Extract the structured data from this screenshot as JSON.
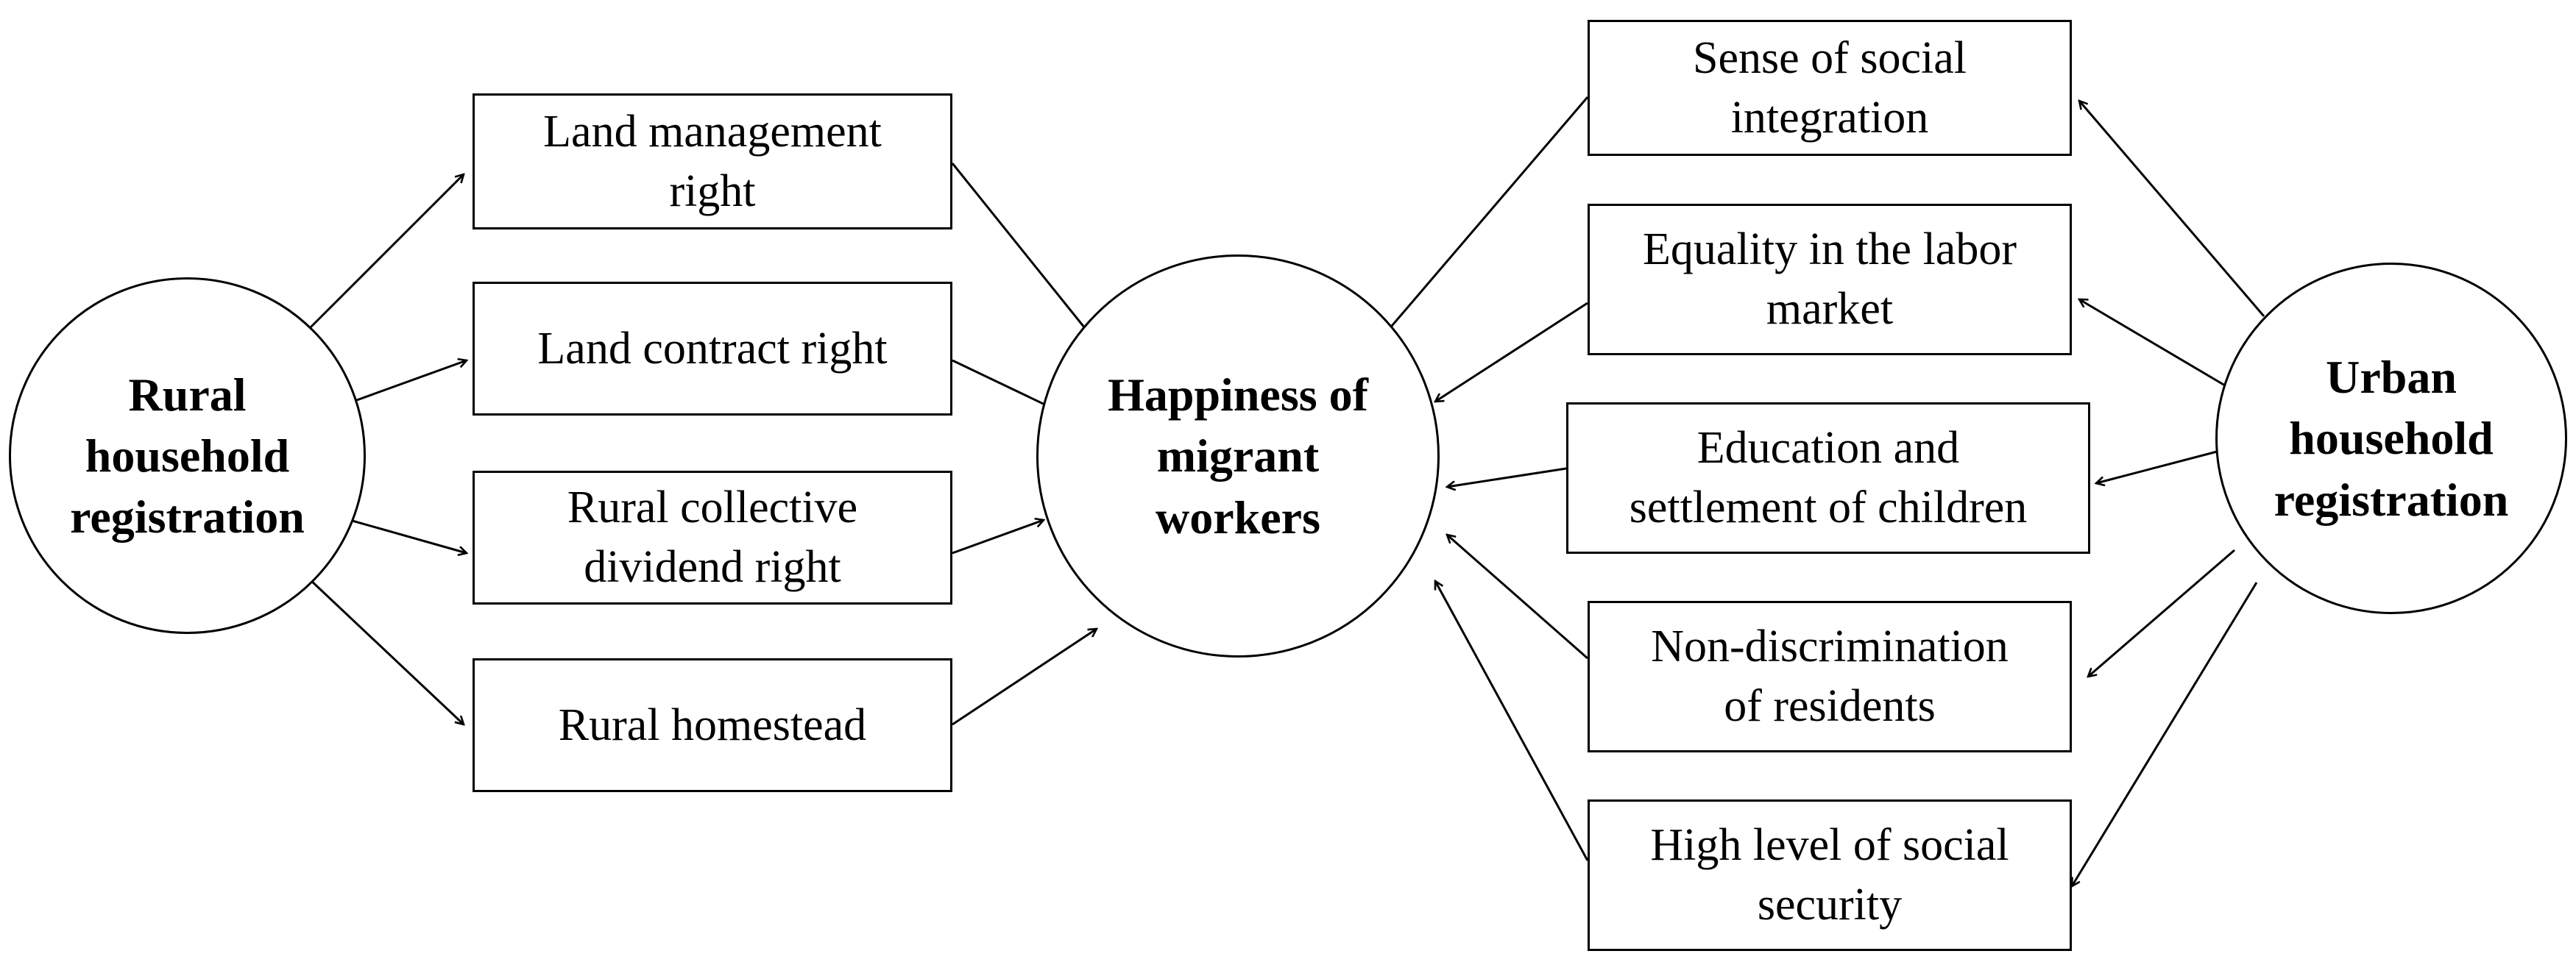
{
  "center": {
    "label_lines": [
      "Happiness of",
      "migrant",
      "workers"
    ]
  },
  "rural": {
    "label_lines": [
      "Rural",
      "household",
      "registration"
    ],
    "factors": [
      {
        "label_lines": [
          "Land management",
          "right"
        ]
      },
      {
        "label_lines": [
          "Land contract right"
        ]
      },
      {
        "label_lines": [
          "Rural collective",
          "dividend right"
        ]
      },
      {
        "label_lines": [
          "Rural homestead"
        ]
      }
    ]
  },
  "urban": {
    "label_lines": [
      "Urban",
      "household",
      "registration"
    ],
    "factors": [
      {
        "label_lines": [
          "Sense of social",
          "integration"
        ]
      },
      {
        "label_lines": [
          "Equality in the labor",
          "market"
        ]
      },
      {
        "label_lines": [
          "Education and",
          "settlement of children"
        ]
      },
      {
        "label_lines": [
          "Non-discrimination",
          "of residents"
        ]
      },
      {
        "label_lines": [
          "High level of social",
          "security"
        ]
      }
    ]
  }
}
